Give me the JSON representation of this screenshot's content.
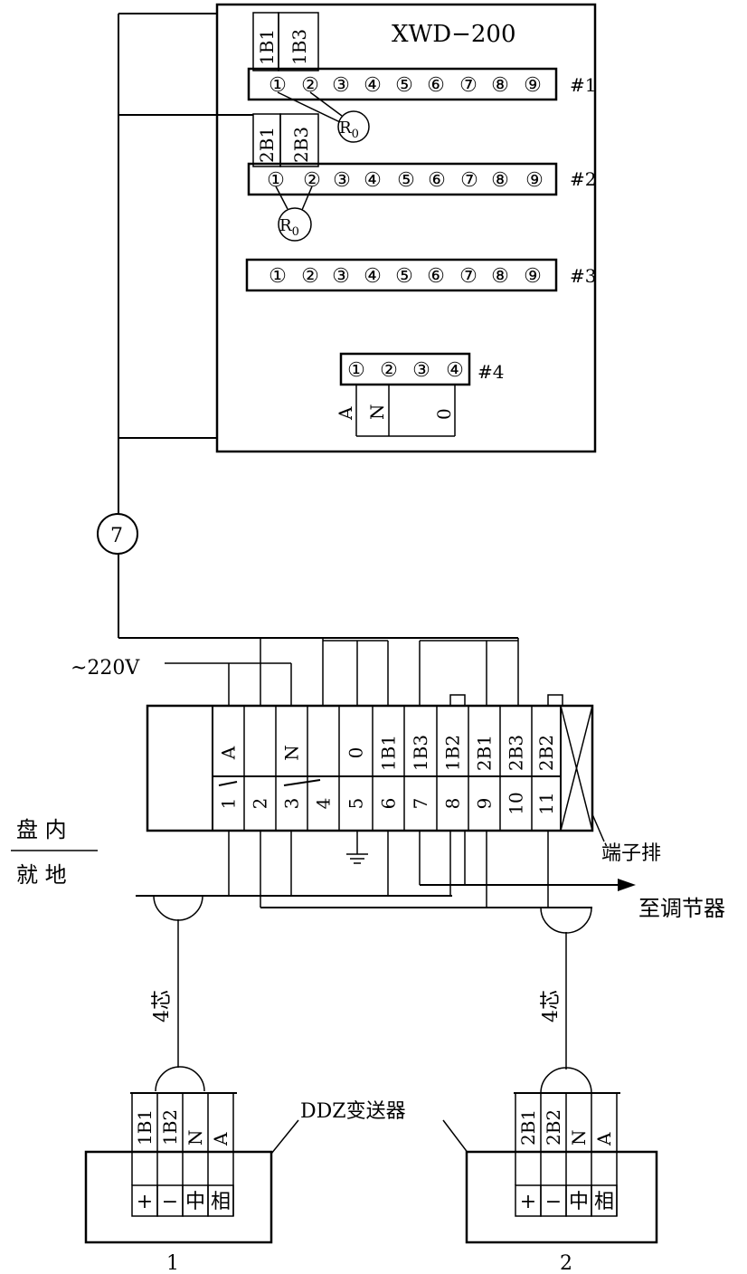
{
  "device": {
    "title": "XWD−200",
    "strip_labels": [
      "#1",
      "#2",
      "#3",
      "#4"
    ],
    "terminal_numbers": [
      "①",
      "②",
      "③",
      "④",
      "⑤",
      "⑥",
      "⑦",
      "⑧",
      "⑨"
    ],
    "strip1_wire_labels": [
      "1B1",
      "1B3"
    ],
    "strip2_wire_labels": [
      "2B1",
      "2B3"
    ],
    "strip4_wire_labels": [
      "A",
      "N",
      "0"
    ],
    "resistor_label": "R",
    "resistor_subscript": "0"
  },
  "cable_number": "7",
  "supply_label": "~220V",
  "terminal_block": {
    "top_labels": [
      "A",
      "",
      "N",
      "",
      "0",
      "1B1",
      "1B3",
      "1B2",
      "2B1",
      "2B3",
      "2B2"
    ],
    "numbers": [
      "1",
      "2",
      "3",
      "4",
      "5",
      "6",
      "7",
      "8",
      "9",
      "10",
      "11"
    ],
    "name": "端子排"
  },
  "zone_labels": {
    "inside": "盘 内",
    "field": "就 地"
  },
  "to_regulator": "至调节器",
  "cable_cores": "4芯",
  "transmitter_label": "DDZ变送器",
  "transmitters": [
    {
      "id": "1",
      "wires": [
        "1B1",
        "1B2",
        "N",
        "A"
      ],
      "terminals": [
        "+",
        "−",
        "中",
        "相"
      ]
    },
    {
      "id": "2",
      "wires": [
        "2B1",
        "2B2",
        "N",
        "A"
      ],
      "terminals": [
        "+",
        "−",
        "中",
        "相"
      ]
    }
  ]
}
